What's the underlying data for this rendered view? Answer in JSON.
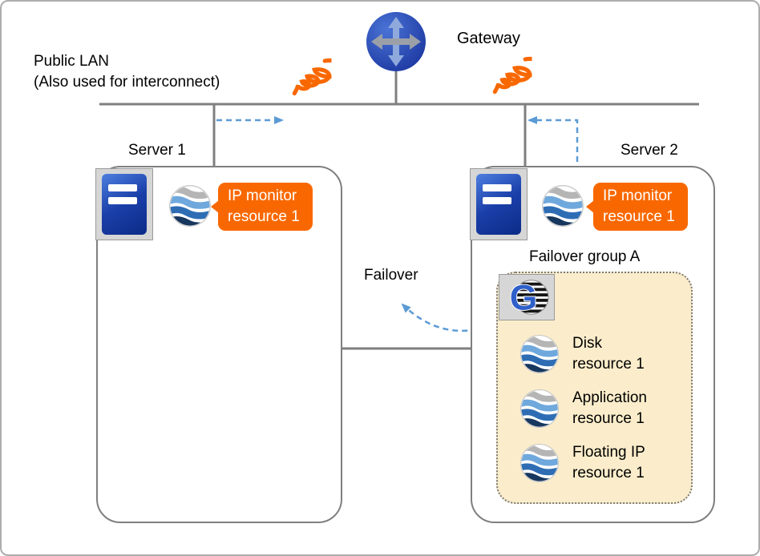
{
  "diagram": {
    "public_lan": {
      "line1": "Public LAN",
      "line2": "(Also used for interconnect)"
    },
    "gateway": {
      "label": "Gateway"
    },
    "server1": {
      "label": "Server 1",
      "badge": "IP monitor resource 1"
    },
    "server2": {
      "label": "Server 2",
      "badge": "IP monitor resource 1"
    },
    "failover": {
      "label": "Failover"
    },
    "group": {
      "label": "Failover group A",
      "resources": [
        "Disk resource 1",
        "Application resource 1",
        "Floating IP resource 1"
      ]
    },
    "icons": {
      "gateway": "router-crossed-arrows-icon",
      "server": "server-tower-icon",
      "resource": "globe-waves-icon",
      "cluster_logo": "striped-globe-g-logo-icon",
      "network_coil": "orange-coil-icon",
      "monitor_arrow": "dashed-blue-arrow",
      "failover_arrow": "dashed-blue-curved-arrow"
    },
    "colors": {
      "accent_orange": "#F96800",
      "arrow_blue": "#5B9BD5",
      "line_gray": "#7F7F7F",
      "group_beige": "#FBEDCB",
      "server_blue": "#1A3FA8",
      "gateway_blue": "#2B4AB0"
    }
  }
}
